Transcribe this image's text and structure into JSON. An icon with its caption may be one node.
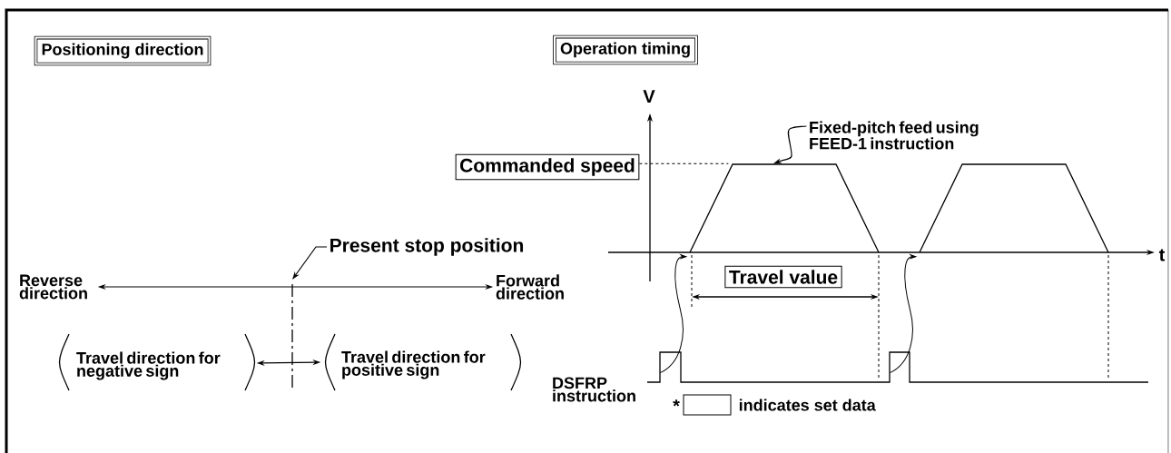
{
  "diagram": {
    "nodes": [
      {
        "text": [
          "Positioning direction"
        ]
      },
      {
        "text": [
          "Operation timing"
        ]
      },
      {
        "text": [
          "Present stop position"
        ]
      },
      {
        "text": [
          "Reverse direction"
        ]
      },
      {
        "text": [
          "Forward direction"
        ]
      },
      {
        "text": [
          "Travel direction for negative sign"
        ]
      },
      {
        "text": [
          "Travel direction for positive sign"
        ]
      },
      {
        "text": [
          "Commanded speed"
        ]
      },
      {
        "text": [
          "Fixed-pitch feed using FEED-1 instruction"
        ]
      },
      {
        "text": [
          "Travel value"
        ]
      },
      {
        "text": [
          "DSFRP instruction"
        ]
      },
      {
        "text": [],
        "shape": "trapezoid"
      },
      {
        "text": [],
        "shape": "trapezoid"
      },
      {
        "text": [],
        "shape": "waveform"
      }
    ],
    "edges": [
      {
        "from": 2,
        "to": null,
        "arrow": "to"
      },
      {
        "from": 3,
        "to": 4,
        "arrow": "both"
      },
      {
        "from": 5,
        "to": 6,
        "arrow": "both"
      },
      {
        "from": 8,
        "to": 11,
        "arrow": "to"
      },
      {
        "from": 7,
        "to": 11,
        "arrow": "none",
        "style": "dashed"
      },
      {
        "from": 13,
        "to": 11,
        "arrow": "to"
      },
      {
        "from": 13,
        "to": 12,
        "arrow": "to"
      }
    ],
    "labels": [
      "V",
      "t",
      "*"
    ],
    "legend": [
      {
        "text": "indicates set data"
      }
    ]
  }
}
